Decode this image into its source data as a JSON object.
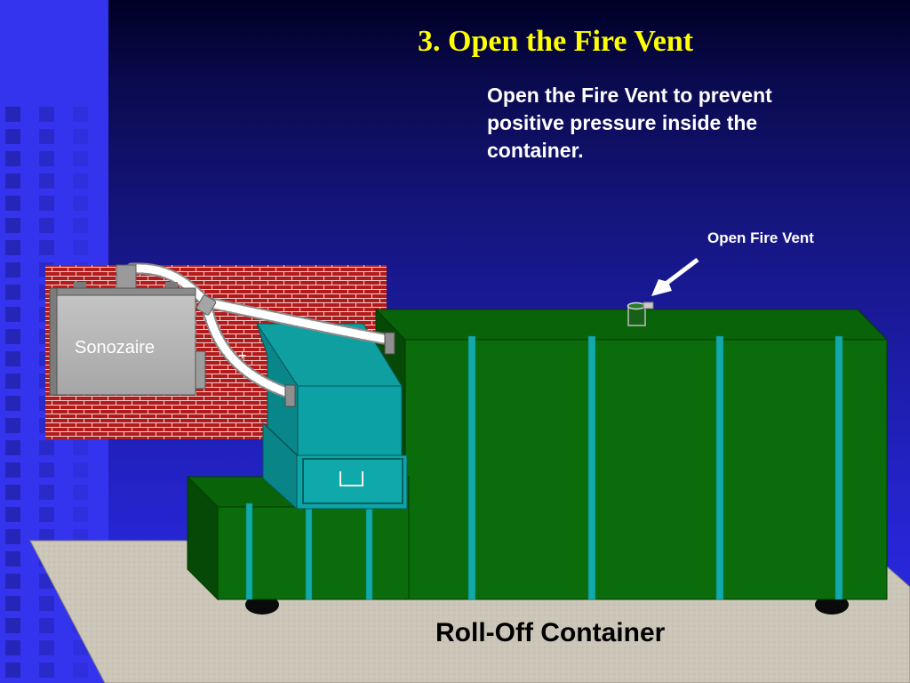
{
  "slide": {
    "title": "3. Open the Fire Vent",
    "body": "Open the Fire Vent to prevent positive pressure inside the container."
  },
  "labels": {
    "fire_vent_callout": "Open Fire Vent",
    "sonozaire": "Sonozaire",
    "container": "Roll-Off Container"
  },
  "colors": {
    "title": "#ffff00",
    "container_green": "#0a6e0a",
    "teal_box": "#0ea5a8",
    "brick": "#b01818",
    "floor": "#cbc5b8"
  }
}
